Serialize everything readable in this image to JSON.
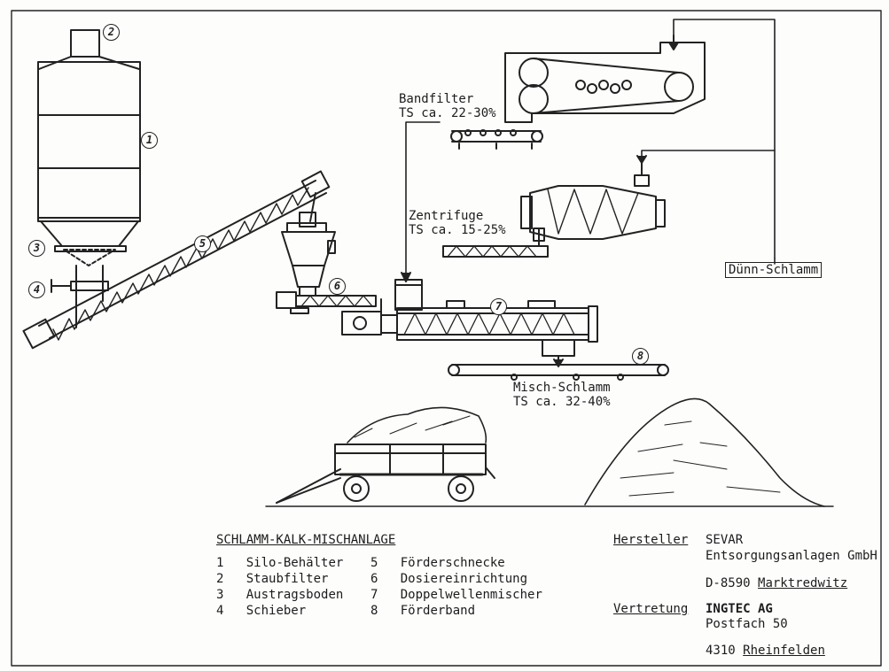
{
  "callouts": [
    "1",
    "2",
    "3",
    "4",
    "5",
    "6",
    "7",
    "8"
  ],
  "labels": {
    "bandfilter": "Bandfilter",
    "bandfilter_ts": "TS ca. 22-30%",
    "zentrifuge": "Zentrifuge",
    "zentrifuge_ts": "TS ca. 15-25%",
    "duenn_schlamm": "Dünn-Schlamm",
    "misch_schlamm": "Misch-Schlamm",
    "misch_ts": "TS ca. 32-40%"
  },
  "legend": {
    "title": "SCHLAMM-KALK-MISCHANLAGE",
    "items": [
      {
        "no": "1",
        "name": "Silo-Behälter"
      },
      {
        "no": "2",
        "name": "Staubfilter"
      },
      {
        "no": "3",
        "name": "Austragsboden"
      },
      {
        "no": "4",
        "name": "Schieber"
      },
      {
        "no": "5",
        "name": "Förderschnecke"
      },
      {
        "no": "6",
        "name": "Dosiereinrichtung"
      },
      {
        "no": "7",
        "name": "Doppelwellenmischer"
      },
      {
        "no": "8",
        "name": "Förderband"
      }
    ]
  },
  "manufacturer": {
    "label": "Hersteller",
    "line1": "SEVAR",
    "line2": "Entsorgungsanlagen GmbH",
    "line3_prefix": "D-8590",
    "line3_city": "Marktredwitz"
  },
  "agency": {
    "label": "Vertretung",
    "line1": "INGTEC AG",
    "line2": "Postfach 50",
    "line3_prefix": "4310",
    "line3_city": "Rheinfelden"
  },
  "colors": {
    "ink": "#222222",
    "paper": "#fdfdfc"
  }
}
